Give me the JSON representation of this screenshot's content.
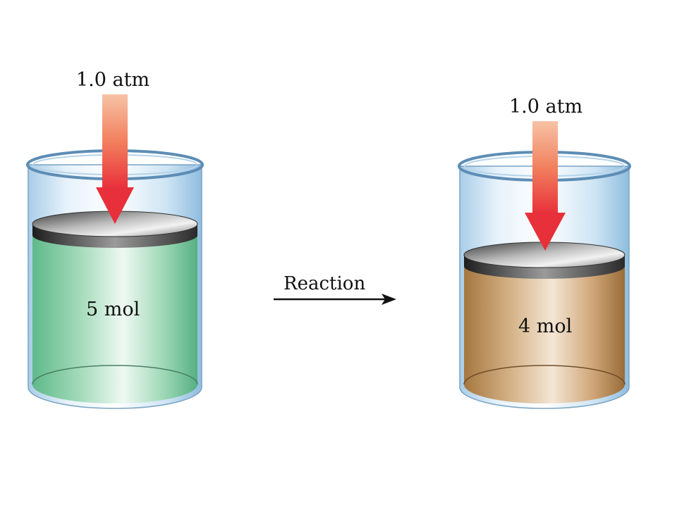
{
  "left_cylinder": {
    "pressure_label": "1.0 atm",
    "amount_label": "5 mol",
    "gas_color": "#74c79a"
  },
  "right_cylinder": {
    "pressure_label": "1.0 atm",
    "amount_label": "4 mol",
    "gas_color": "#b48756"
  },
  "process_label": "Reaction",
  "arrow_color": "#ee3f3f"
}
